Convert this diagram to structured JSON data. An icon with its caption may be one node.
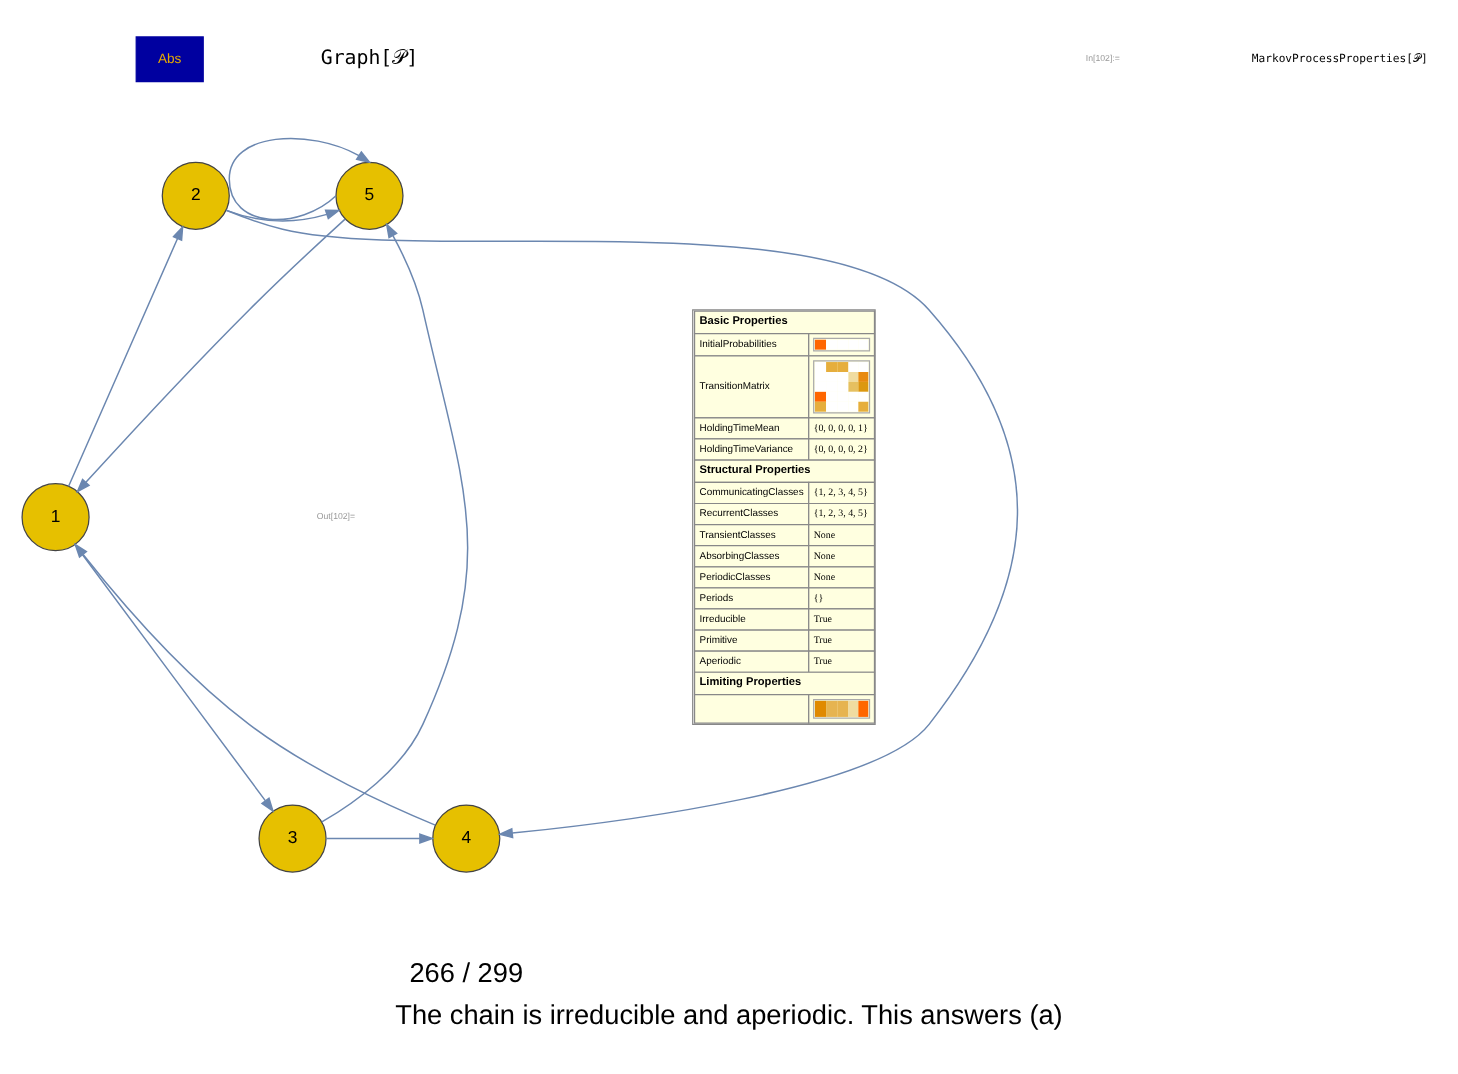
{
  "diagram": {
    "caption": "The chain is irreducible and aperiodic. This answers (a)",
    "nodes": [
      {
        "text": [
          "5"
        ]
      },
      {
        "text": [
          "2"
        ]
      },
      {
        "text": [
          "1"
        ]
      },
      {
        "text": [
          "3"
        ]
      },
      {
        "text": [
          "4"
        ]
      }
    ],
    "edges": [
      {
        "from": 0,
        "to": 0,
        "arrow": "to"
      },
      {
        "from": 1,
        "to": 0,
        "arrow": "to"
      },
      {
        "from": 0,
        "to": 2,
        "arrow": "to"
      },
      {
        "from": 2,
        "to": 1,
        "arrow": "to"
      },
      {
        "from": 2,
        "to": 3,
        "arrow": "to"
      },
      {
        "from": 4,
        "to": 2,
        "arrow": "to"
      },
      {
        "from": 1,
        "to": 4,
        "arrow": "to"
      },
      {
        "from": 3,
        "to": 0,
        "arrow": "to"
      },
      {
        "from": 3,
        "to": 4,
        "arrow": "to"
      }
    ],
    "labels": [
      "Abs",
      "Graph[𝒫]",
      "In[102]:=",
      "MarkovProcessProperties[𝒫]",
      "Basic Properties",
      "InitialProbabilities",
      "TransitionMatrix",
      "HoldingTimeMean",
      "{0, 0, 0, 0, 1}",
      "HoldingTimeVariance",
      "{0, 0, 0, 0, 2}",
      "Structural Properties",
      "CommunicatingClasses",
      "{1, 2, 3, 4, 5}",
      "RecurrentClasses",
      "{1, 2, 3, 4, 5}",
      "TransientClasses",
      "None",
      "AbsorbingClasses",
      "None",
      "PeriodicClasses",
      "None",
      "Periods",
      "{}",
      "Irreducible",
      "True",
      "Primitive",
      "True",
      "Aperiodic",
      "True",
      "Limiting Properties",
      "Out[102]=",
      "266 / 299"
    ]
  }
}
